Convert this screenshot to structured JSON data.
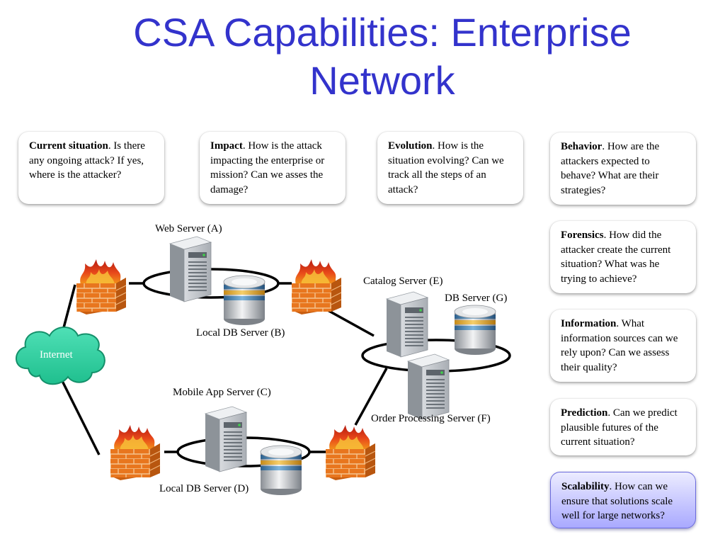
{
  "title": "CSA Capabilities: Enterprise Network",
  "cards": [
    {
      "term": "Current situation",
      "text": ". Is there any ongoing attack? If yes, where is the attacker?"
    },
    {
      "term": "Impact",
      "text": ". How is the attack impacting the enterprise or mission? Can we asses the damage?"
    },
    {
      "term": "Evolution",
      "text": ". How is the situation evolving? Can we track all the steps of an attack?"
    },
    {
      "term": "Behavior",
      "text": ". How are the attackers expected to behave? What are their strategies?"
    },
    {
      "term": "Forensics",
      "text": ". How did the attacker create the current situation? What was he trying to achieve?"
    },
    {
      "term": "Information",
      "text": ". What information sources can we rely upon? Can we assess their quality?"
    },
    {
      "term": "Prediction",
      "text": ". Can we predict plausible futures of the current situation?"
    },
    {
      "term": "Scalability",
      "text": ". How can we ensure that solutions scale well for large networks?"
    }
  ],
  "network": {
    "internet": "Internet",
    "web_server": "Web Server (A)",
    "local_db_b": "Local DB Server (B)",
    "mobile_server": "Mobile App Server (C)",
    "local_db_d": "Local DB Server (D)",
    "catalog_server": "Catalog Server (E)",
    "order_server": "Order Processing Server (F)",
    "db_server_g": "DB Server (G)"
  },
  "icons": {
    "firewall": "firewall-icon",
    "server": "server-tower-icon",
    "database": "database-icon",
    "cloud": "cloud-icon"
  }
}
